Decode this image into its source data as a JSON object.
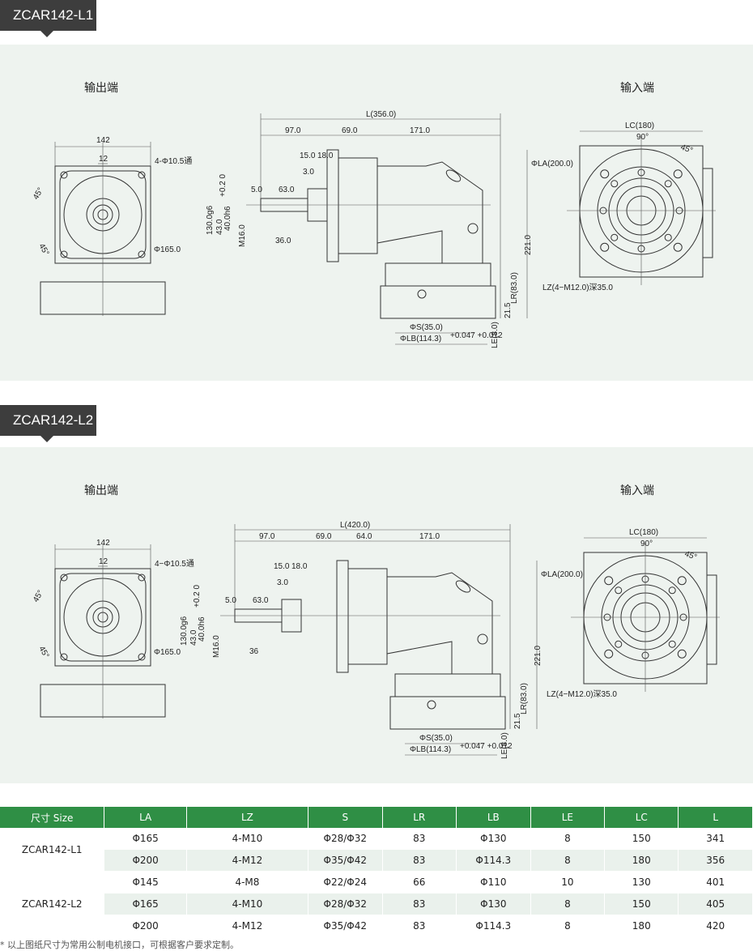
{
  "sections": [
    {
      "title": "ZCAR142-L1",
      "output_label": "输出端",
      "input_label": "输入端",
      "front": {
        "width": "142",
        "center": "12",
        "holes": "4-Φ10.5通",
        "angle1": "45°",
        "angle2": "45°",
        "circle": "Φ165.0"
      },
      "side": {
        "L": "L(356.0)",
        "d97": "97.0",
        "d69": "69.0",
        "d64": "",
        "d171": "171.0",
        "d15": "15.0",
        "d18": "18.0",
        "d3": "3.0",
        "d5": "5.0",
        "d63": "63.0",
        "d130": "130.0g6",
        "d43": "43.0",
        "tol43": "+0.2 0",
        "d40": "40.0h6",
        "m16": "M16.0",
        "d36": "36.0",
        "d221": "221.0",
        "LR": "LR(83.0)",
        "d21": "21.5",
        "LE": "LE(8.0)",
        "S": "ΦS(35.0)",
        "LB": "ΦLB(114.3)",
        "LBtol": "+0.047 +0.012",
        "LA": "ΦLA(200.0)"
      },
      "input": {
        "LC": "LC(180)",
        "deg90": "90°",
        "deg45": "45°",
        "LZ": "LZ(4−M12.0)深35.0"
      }
    },
    {
      "title": "ZCAR142-L2",
      "output_label": "输出端",
      "input_label": "输入端",
      "front": {
        "width": "142",
        "center": "12",
        "holes": "4−Φ10.5通",
        "angle1": "45°",
        "angle2": "45°",
        "circle": "Φ165.0"
      },
      "side": {
        "L": "L(420.0)",
        "d97": "97.0",
        "d69": "69.0",
        "d64": "64.0",
        "d171": "171.0",
        "d15": "15.0",
        "d18": "18.0",
        "d3": "3.0",
        "d5": "5.0",
        "d63": "63.0",
        "d130": "130.0g6",
        "d43": "43.0",
        "tol43": "+0.2 0",
        "d40": "40.0h6",
        "m16": "M16.0",
        "d36": "36",
        "d221": "221.0",
        "LR": "LR(83.0)",
        "d21": "21.5",
        "LE": "LE(8.0)",
        "S": "ΦS(35.0)",
        "LB": "ΦLB(114.3)",
        "LBtol": "+0.047 +0.012",
        "LA": "ΦLA(200.0)"
      },
      "input": {
        "LC": "LC(180)",
        "deg90": "90°",
        "deg45": "45°",
        "LZ": "LZ(4−M12.0)深35.0"
      }
    }
  ],
  "table": {
    "headers": [
      "尺寸 Size",
      "LA",
      "LZ",
      "S",
      "LR",
      "LB",
      "LE",
      "LC",
      "L"
    ],
    "groups": [
      {
        "model": "ZCAR142-L1",
        "rows": [
          [
            "Φ165",
            "4-M10",
            "Φ28/Φ32",
            "83",
            "Φ130",
            "8",
            "150",
            "341"
          ],
          [
            "Φ200",
            "4-M12",
            "Φ35/Φ42",
            "83",
            "Φ114.3",
            "8",
            "180",
            "356"
          ]
        ]
      },
      {
        "model": "ZCAR142-L2",
        "rows": [
          [
            "Φ145",
            "4-M8",
            "Φ22/Φ24",
            "66",
            "Φ110",
            "10",
            "130",
            "401"
          ],
          [
            "Φ165",
            "4-M10",
            "Φ28/Φ32",
            "83",
            "Φ130",
            "8",
            "150",
            "405"
          ],
          [
            "Φ200",
            "4-M12",
            "Φ35/Φ42",
            "83",
            "Φ114.3",
            "8",
            "180",
            "420"
          ]
        ]
      }
    ]
  },
  "footnote": "* 以上图纸尺寸为常用公制电机接口，可根据客户要求定制。"
}
